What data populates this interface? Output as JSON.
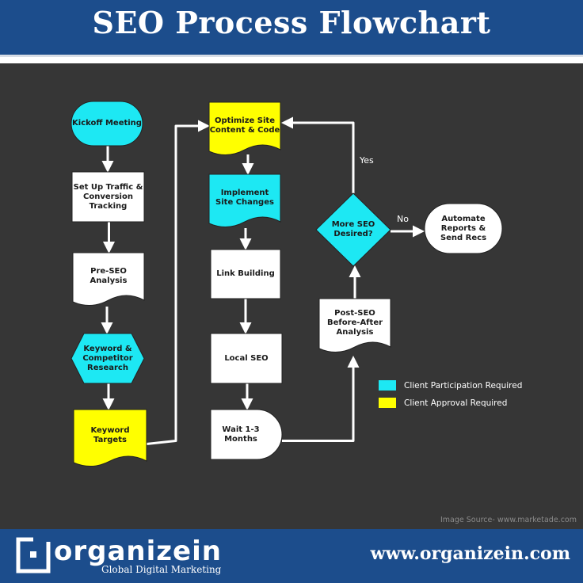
{
  "header": {
    "title": "SEO Process Flowchart"
  },
  "nodes": [
    {
      "id": "kickoff",
      "label": "Kickoff Meeting",
      "shape": "terminal",
      "fill": "#1de8f3"
    },
    {
      "id": "tracking",
      "label": "Set Up Traffic &\nConversion\nTracking",
      "shape": "process",
      "fill": "#ffffff"
    },
    {
      "id": "pre-seo",
      "label": "Pre-SEO\nAnalysis",
      "shape": "document",
      "fill": "#ffffff"
    },
    {
      "id": "keyword-research",
      "label": "Keyword &\nCompetitor\nResearch",
      "shape": "hexagon",
      "fill": "#1de8f3"
    },
    {
      "id": "keyword-targets",
      "label": "Keyword\nTargets",
      "shape": "document",
      "fill": "#ffff00"
    },
    {
      "id": "optimize",
      "label": "Optimize Site\nContent & Code",
      "shape": "document",
      "fill": "#ffff00"
    },
    {
      "id": "implement",
      "label": "Implement\nSite Changes",
      "shape": "document",
      "fill": "#1de8f3"
    },
    {
      "id": "link-building",
      "label": "Link Building",
      "shape": "process",
      "fill": "#ffffff"
    },
    {
      "id": "local-seo",
      "label": "Local SEO",
      "shape": "process",
      "fill": "#ffffff"
    },
    {
      "id": "wait",
      "label": "Wait 1-3\nMonths",
      "shape": "delay",
      "fill": "#ffffff"
    },
    {
      "id": "post-seo",
      "label": "Post-SEO\nBefore-After\nAnalysis",
      "shape": "document",
      "fill": "#ffffff"
    },
    {
      "id": "decision",
      "label": "More SEO\nDesired?",
      "shape": "decision",
      "fill": "#1de8f3"
    },
    {
      "id": "automate",
      "label": "Automate\nReports &\nSend Recs",
      "shape": "terminal",
      "fill": "#ffffff"
    }
  ],
  "edges": [
    {
      "from": "kickoff",
      "to": "tracking",
      "label": ""
    },
    {
      "from": "tracking",
      "to": "pre-seo",
      "label": ""
    },
    {
      "from": "pre-seo",
      "to": "keyword-research",
      "label": ""
    },
    {
      "from": "keyword-research",
      "to": "keyword-targets",
      "label": ""
    },
    {
      "from": "keyword-targets",
      "to": "optimize",
      "label": ""
    },
    {
      "from": "optimize",
      "to": "implement",
      "label": ""
    },
    {
      "from": "implement",
      "to": "link-building",
      "label": ""
    },
    {
      "from": "link-building",
      "to": "local-seo",
      "label": ""
    },
    {
      "from": "local-seo",
      "to": "wait",
      "label": ""
    },
    {
      "from": "wait",
      "to": "post-seo",
      "label": ""
    },
    {
      "from": "post-seo",
      "to": "decision",
      "label": ""
    },
    {
      "from": "decision",
      "to": "optimize",
      "label": "Yes"
    },
    {
      "from": "decision",
      "to": "automate",
      "label": "No"
    }
  ],
  "legend": [
    {
      "label": "Client Participation Required",
      "color": "#1de8f3"
    },
    {
      "label": "Client Approval Required",
      "color": "#ffff00"
    }
  ],
  "source": "Image Source- www.marketade.com",
  "footer": {
    "logo_text": "organizein",
    "tagline": "Global Digital Marketing",
    "website": "www.organizein.com"
  }
}
